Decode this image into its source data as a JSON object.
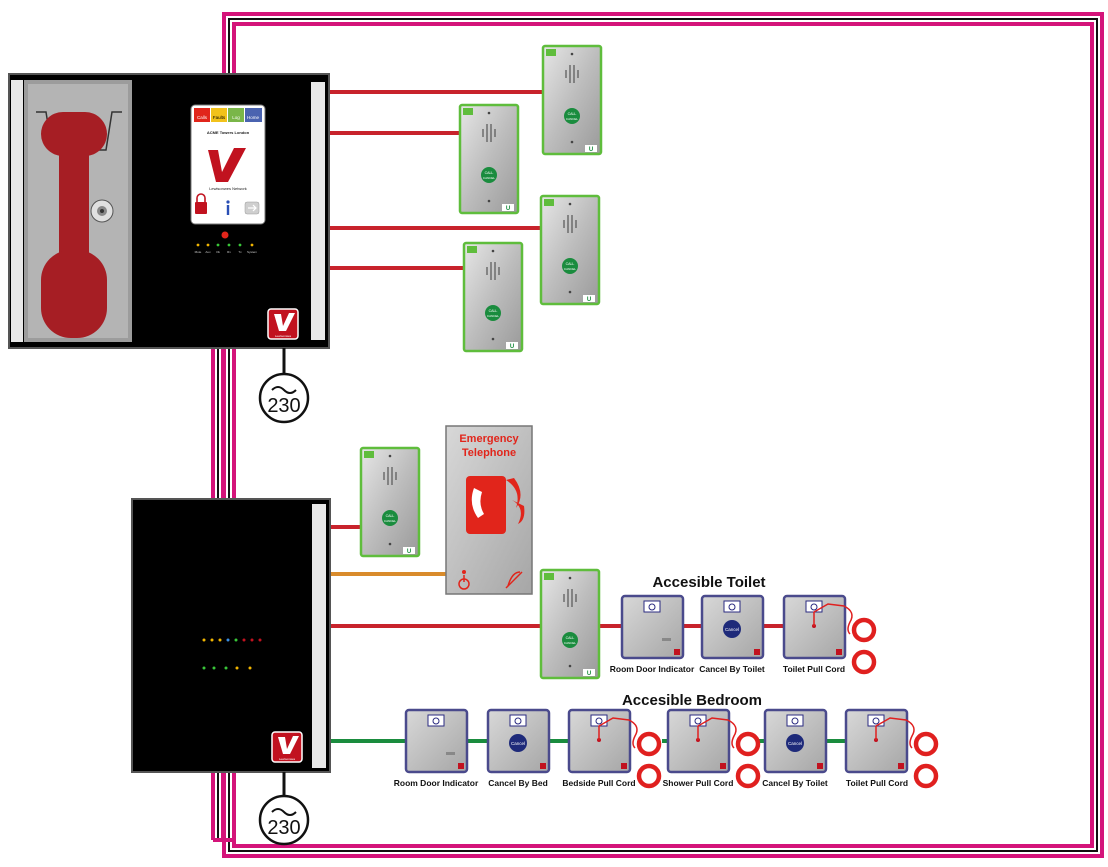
{
  "colors": {
    "bus_outer": "#d4147a",
    "bus_inner": "#111111",
    "red_line": "#c8232c",
    "orange_line": "#d98b2b",
    "green_line": "#1a8c3e",
    "panel_black": "#000000",
    "device_green": "#5fbd3c",
    "pull_cord": "#e0201f",
    "module_border": "#4a4a8c"
  },
  "main_panel": {
    "screen_title": "ACME Towers London",
    "screen_brand": "Lewisonwes Network",
    "tiles": [
      "Calls",
      "Faults",
      "Log",
      "Home"
    ],
    "status_leds": [
      "Mute",
      "Aux",
      "Ok",
      "Rx",
      "Tx",
      "System"
    ],
    "logo_caption": "Lewisonwes"
  },
  "power_label": "230",
  "emergency_phone": {
    "title_line1": "Emergency",
    "title_line2": "Telephone"
  },
  "intercom": {
    "call_line1": "CALL",
    "call_line2": "CANCEL",
    "brand_mark": "U"
  },
  "module_cancel_label": "Cancel",
  "accessible_toilet": {
    "heading": "Accesible Toilet",
    "devices": [
      "Room Door Indicator",
      "Cancel By Toilet",
      "Toilet Pull Cord"
    ]
  },
  "accessible_bedroom": {
    "heading": "Accesible Bedroom",
    "devices": [
      "Room Door Indicator",
      "Cancel By Bed",
      "Bedside Pull Cord",
      "Shower Pull Cord",
      "Cancel By Toilet",
      "Toilet Pull Cord"
    ]
  }
}
